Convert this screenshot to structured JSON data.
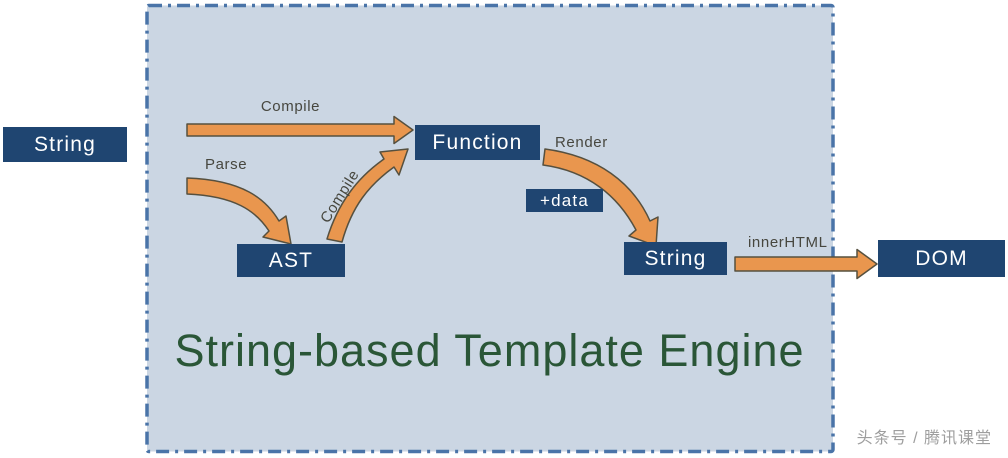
{
  "diagram": {
    "title": "String-based Template Engine",
    "watermark": "头条号 / 腾讯课堂"
  },
  "nodes": [
    {
      "id": "string-source",
      "label": "String"
    },
    {
      "id": "function",
      "label": "Function"
    },
    {
      "id": "ast",
      "label": "AST"
    },
    {
      "id": "plus-data",
      "label": "+data"
    },
    {
      "id": "string-result",
      "label": "String"
    },
    {
      "id": "dom",
      "label": "DOM"
    }
  ],
  "edges": [
    {
      "id": "compile-direct",
      "label": "Compile"
    },
    {
      "id": "parse",
      "label": "Parse"
    },
    {
      "id": "compile-ast",
      "label": "Compile"
    },
    {
      "id": "render",
      "label": "Render"
    },
    {
      "id": "innerhtml",
      "label": "innerHTML"
    }
  ],
  "colors": {
    "node_fill": "#1F4571",
    "node_text": "#FFFFFF",
    "panel_fill": "#CBD6E3",
    "panel_border": "#4A74A8",
    "arrow_fill": "#E9964E",
    "arrow_outline": "#56503F",
    "edge_label": "#47473F",
    "title": "#2A5637",
    "watermark": "#9E9E9E"
  }
}
